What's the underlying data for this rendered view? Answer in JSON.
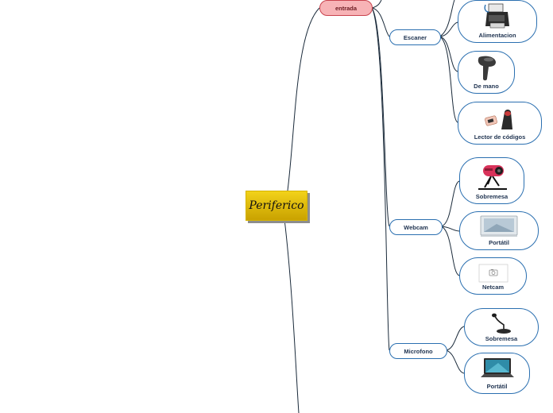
{
  "root": {
    "label": "Periferico"
  },
  "branches": {
    "entrada": "entrada",
    "escaner": "Escaner",
    "webcam": "Webcam",
    "microfono": "Microfono"
  },
  "leaves": {
    "alimentacion": "Alimentacion",
    "de_mano": "De mano",
    "lector_codigos": "Lector de códigos",
    "webcam_sobremesa": "Sobremesa",
    "webcam_portatil": "Portátil",
    "netcam": "Netcam",
    "mic_sobremesa": "Sobremesa",
    "mic_portatil": "Portátil"
  },
  "icons": {
    "alimentacion": "document-scanner-icon",
    "de_mano": "handheld-scanner-icon",
    "lector_codigos": "barcode-reader-icon",
    "webcam_sobremesa": "desktop-webcam-icon",
    "webcam_portatil": "laptop-webcam-icon",
    "netcam": "camera-icon",
    "mic_sobremesa": "desk-microphone-icon",
    "mic_portatil": "laptop-icon"
  },
  "colors": {
    "line": "#1a2a3a",
    "node_border": "#2a6fb0",
    "root_fill": "#e3c20f",
    "entrada_fill": "#f7b3b6"
  }
}
